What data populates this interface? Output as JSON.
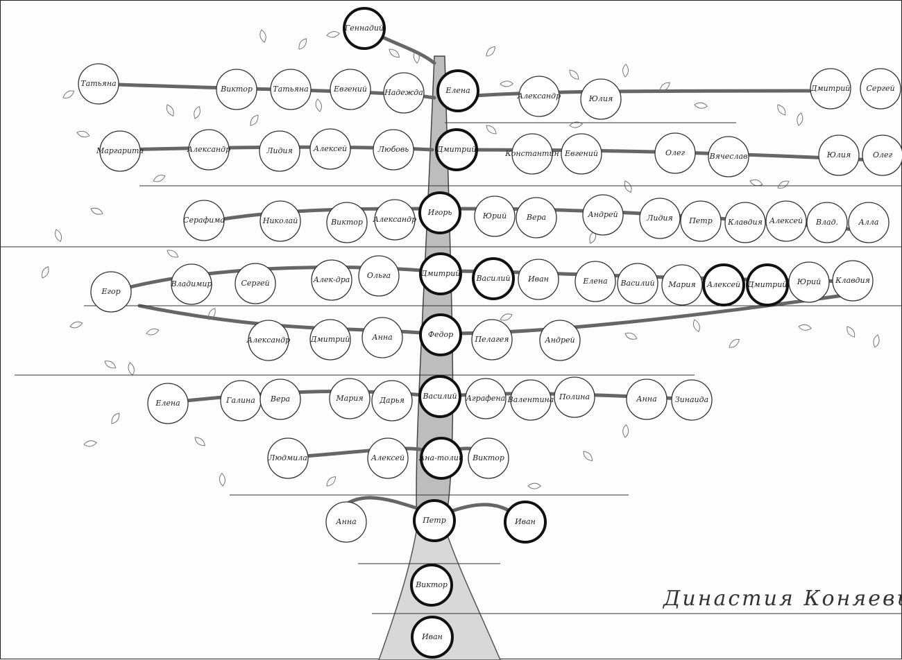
{
  "title": "Династия Коняевых",
  "colors": {
    "ink": "#222222",
    "pencil": "#555555",
    "shade": "#888888",
    "paper": "#fdfdfd"
  },
  "people": {
    "p0": "Геннадий",
    "p1": "Татьяна",
    "p2": "Виктор",
    "p3": "Татьяна",
    "p4": "Евгений",
    "p5": "Надежда",
    "p6": "Елена",
    "p7": "Александр",
    "p8": "Юлия",
    "p9": "Дмитрий",
    "p10": "Сергей",
    "p11": "Маргарита",
    "p12": "Александр",
    "p13": "Лидия",
    "p14": "Алексей",
    "p15": "Любовь",
    "p16": "Дмитрий",
    "p17": "Константин",
    "p18": "Евгений",
    "p19": "Олег",
    "p20": "Вячеслав",
    "p21": "Юлия",
    "p22": "Олег",
    "p23": "Серафима",
    "p24": "Николай",
    "p25": "Виктор",
    "p26": "Александр",
    "p27": "Игорь",
    "p28": "Юрий",
    "p29": "Вера",
    "p30": "Андрей",
    "p31": "Лидия",
    "p32": "Петр",
    "p33": "Клавдия",
    "p34": "Алексей",
    "p35": "Влад.",
    "p36": "Алла",
    "p37": "Егор",
    "p38": "Владимир",
    "p39": "Сергей",
    "p40": "Алек-дра",
    "p41": "Ольга",
    "p42": "Дмитрий",
    "p43": "Василий",
    "p44": "Иван",
    "p45": "Елена",
    "p46": "Василий",
    "p47": "Мария",
    "p48": "Алексей",
    "p49": "Дмитрий",
    "p50": "Юрий",
    "p51": "Клавдия",
    "p52": "Александр",
    "p53": "Дмитрий",
    "p54": "Анна",
    "p55": "Федор",
    "p56": "Пелагея",
    "p57": "Андрей",
    "p58": "Елена",
    "p59": "Галина",
    "p60": "Вера",
    "p61": "Мария",
    "p62": "Дарья",
    "p63": "Василий",
    "p64": "Аграфена",
    "p65": "Валентина",
    "p66": "Полина",
    "p67": "Анна",
    "p68": "Зинаида",
    "p69": "Людмила",
    "p70": "Алексей",
    "p71": "Ана-толий",
    "p72": "Виктор",
    "p73": "Анна",
    "p74": "Петр",
    "p75": "Иван",
    "p76": "Виктор",
    "p77": "Иван"
  }
}
